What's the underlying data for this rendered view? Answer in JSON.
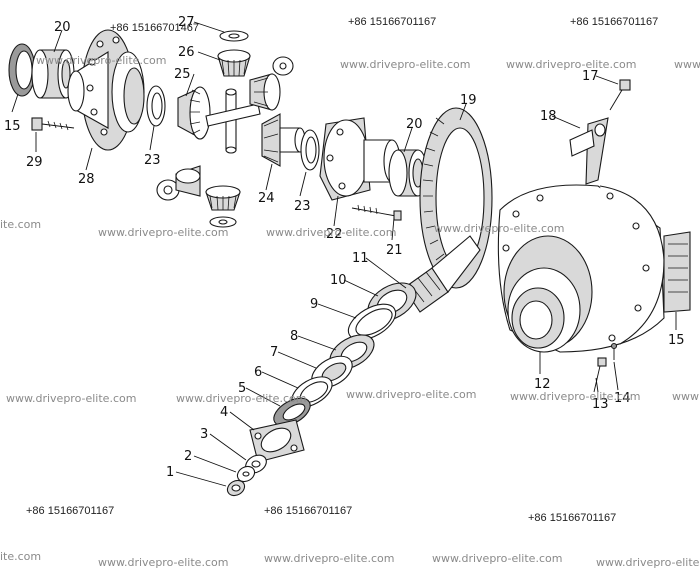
{
  "phone": "+86 15166701167",
  "phone_top_left": "+86 15166701467",
  "watermark": "www.drivepro-elite.com",
  "watermark_partial_left": "ite.com",
  "watermark_partial_right": "www",
  "callouts": {
    "n1": "1",
    "n2": "2",
    "n3": "3",
    "n4": "4",
    "n5": "5",
    "n6": "6",
    "n7": "7",
    "n8": "8",
    "n9": "9",
    "n10": "10",
    "n11": "11",
    "n12": "12",
    "n13": "13",
    "n14": "14",
    "n15a": "15",
    "n15b": "15",
    "n17": "17",
    "n18": "18",
    "n19": "19",
    "n20a": "20",
    "n20b": "20",
    "n21": "21",
    "n22": "22",
    "n23a": "23",
    "n23b": "23",
    "n24": "24",
    "n25": "25",
    "n26": "26",
    "n27": "27",
    "n28": "28",
    "n29": "29"
  }
}
